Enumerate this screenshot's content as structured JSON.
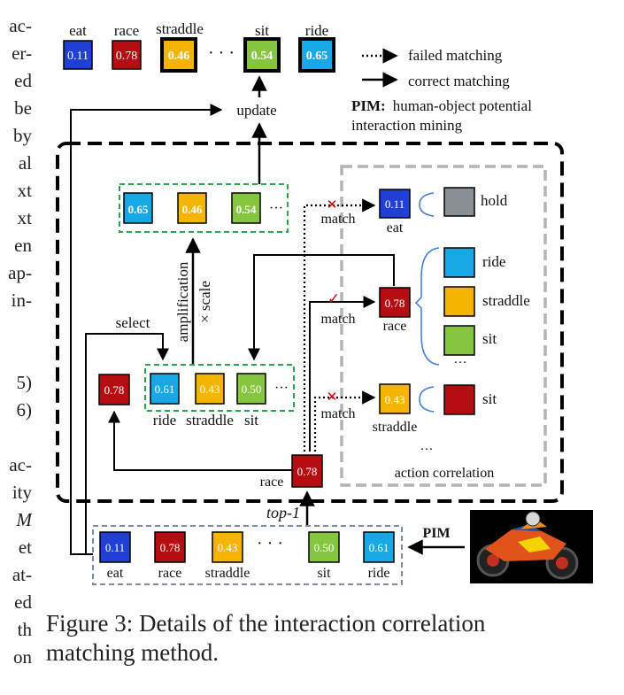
{
  "margin_text": [
    "ac-",
    "er-",
    "ed",
    "be",
    "by",
    "al",
    "xt",
    "xt",
    "en",
    "ap-",
    "in-",
    "",
    "",
    "5)",
    "6)",
    "",
    "ac-",
    "ity",
    "M",
    "et",
    "at-",
    "ed",
    "th",
    "on"
  ],
  "colors": {
    "eat": "#1f3fd6",
    "race": "#b50d12",
    "straddle": "#f5b400",
    "sit": "#86c540",
    "ride": "#16a9e6",
    "hold": "#8a8f96",
    "dash_green": "#2aa64a",
    "dash_gray": "#b4b4b4",
    "dash_blue": "#7a8aa6"
  },
  "top_row": {
    "labels": [
      "eat",
      "race",
      "straddle",
      "sit",
      "ride"
    ],
    "values": [
      "0.11",
      "0.78",
      "0.46",
      "0.54",
      "0.65"
    ],
    "ellipsis": "· · ·"
  },
  "update_label": "update",
  "legend": {
    "failed": "failed matching",
    "correct": "correct matching"
  },
  "pim_note": {
    "abbr": "PIM",
    "colon": ":",
    "line1": "human-object potential",
    "line2": "interaction mining"
  },
  "amplified_row": {
    "values": [
      "0.65",
      "0.46",
      "0.54"
    ],
    "ellipsis": "···"
  },
  "vertical_labels": {
    "amplification": "amplification",
    "scale": "× scale"
  },
  "select_label": "select",
  "candidate_row": {
    "race_value": "0.78",
    "values": [
      "0.61",
      "0.43",
      "0.50"
    ],
    "labels": [
      "ride",
      "straddle",
      "sit"
    ],
    "ellipsis": "···"
  },
  "matches": [
    {
      "label": "match",
      "value": "0.11",
      "name": "eat"
    },
    {
      "label": "match",
      "value": "0.78",
      "name": "race"
    },
    {
      "label": "match",
      "value": "0.43",
      "name": "straddle"
    }
  ],
  "correlations": {
    "eat": [
      "hold"
    ],
    "race": [
      "ride",
      "straddle",
      "sit"
    ],
    "straddle": [
      "sit"
    ],
    "race_ellipsis": "···",
    "bottom_ellipsis": "···"
  },
  "action_correlation_label": "action correlation",
  "race_box": {
    "label": "race",
    "value": "0.78"
  },
  "top1_label": "top-1",
  "bottom_row": {
    "labels": [
      "eat",
      "race",
      "straddle",
      "sit",
      "ride"
    ],
    "values": [
      "0.11",
      "0.78",
      "0.43",
      "0.50",
      "0.61"
    ],
    "ellipsis": "· · ·"
  },
  "pim_arrow_label": "PIM",
  "caption": "Figure 3: Details of the interaction correlation matching method."
}
